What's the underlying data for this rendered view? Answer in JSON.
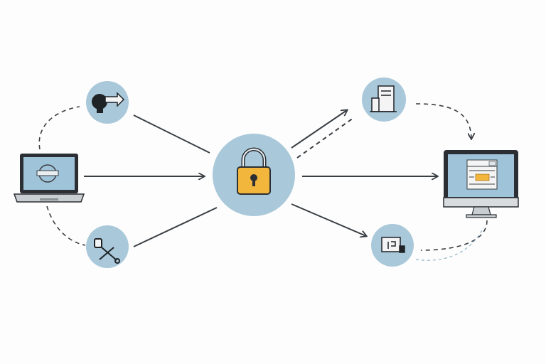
{
  "diagram": {
    "nodes": [
      {
        "id": "laptop",
        "icon": "laptop-icon"
      },
      {
        "id": "user-arrow",
        "icon": "head-arrow-icon"
      },
      {
        "id": "tools",
        "icon": "tools-icon"
      },
      {
        "id": "lock",
        "icon": "padlock-icon"
      },
      {
        "id": "building",
        "icon": "building-icon"
      },
      {
        "id": "device",
        "icon": "device-icon"
      },
      {
        "id": "monitor",
        "icon": "desktop-monitor-icon"
      }
    ],
    "colors": {
      "circle": "#a9c8da",
      "lock_body": "#f2b63c",
      "line": "#3a3f44",
      "screen": "#9fc3d8",
      "frame": "#2b2f33"
    }
  }
}
